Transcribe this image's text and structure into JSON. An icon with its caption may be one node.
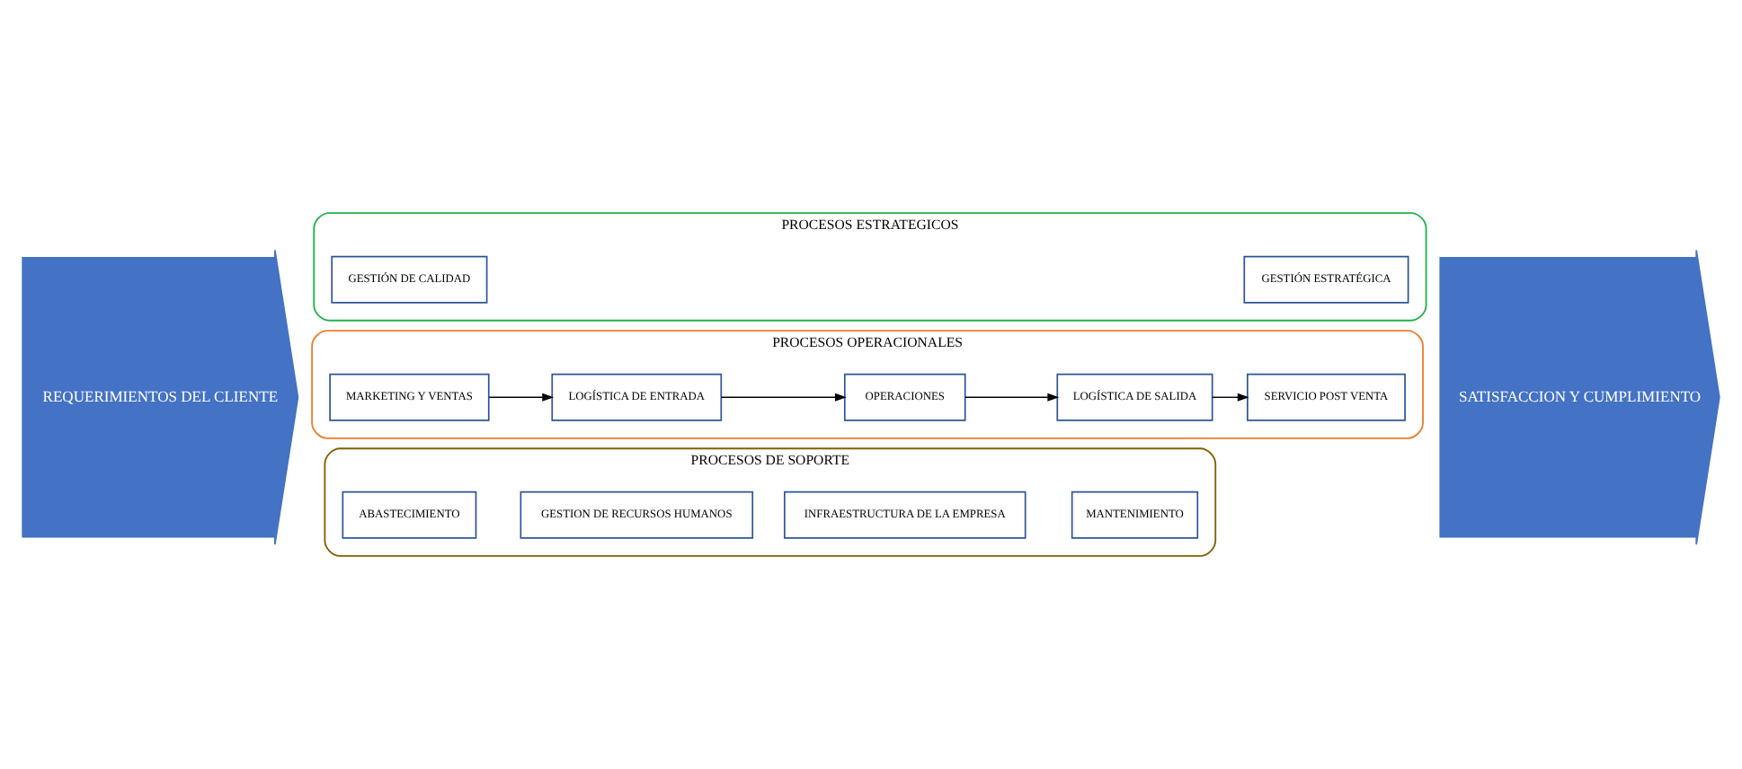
{
  "diagram": {
    "nodes": [
      {
        "text": [
          "REQUERIMIENTOS DEL CLIENTE"
        ]
      },
      {
        "text": [
          "PROCESOS ESTRATEGICOS"
        ]
      },
      {
        "text": [
          "GESTIÓN DE CALIDAD"
        ],
        "in": 1
      },
      {
        "text": [
          "GESTIÓN ESTRATÉGICA"
        ],
        "in": 1
      },
      {
        "text": [
          "PROCESOS OPERACIONALES"
        ]
      },
      {
        "text": [
          "MARKETING Y VENTAS"
        ],
        "in": 4
      },
      {
        "text": [
          "LOGÍSTICA DE ENTRADA"
        ],
        "in": 4
      },
      {
        "text": [
          "OPERACIONES"
        ],
        "in": 4
      },
      {
        "text": [
          "LOGÍSTICA DE SALIDA"
        ],
        "in": 4
      },
      {
        "text": [
          "SERVICIO POST VENTA"
        ],
        "in": 4
      },
      {
        "text": [
          "PROCESOS DE SOPORTE"
        ]
      },
      {
        "text": [
          "ABASTECIMIENTO"
        ],
        "in": 10
      },
      {
        "text": [
          "GESTION DE RECURSOS HUMANOS"
        ],
        "in": 10
      },
      {
        "text": [
          "INFRAESTRUCTURA DE LA EMPRESA"
        ],
        "in": 10
      },
      {
        "text": [
          "MANTENIMIENTO"
        ],
        "in": 10
      },
      {
        "text": [
          "SATISFACCION Y CUMPLIMIENTO"
        ]
      }
    ],
    "edges": [
      {
        "from": 5,
        "to": 6,
        "arrow": "to"
      },
      {
        "from": 6,
        "to": 7,
        "arrow": "to"
      },
      {
        "from": 7,
        "to": 8,
        "arrow": "to"
      },
      {
        "from": 8,
        "to": 9,
        "arrow": "to"
      }
    ]
  }
}
